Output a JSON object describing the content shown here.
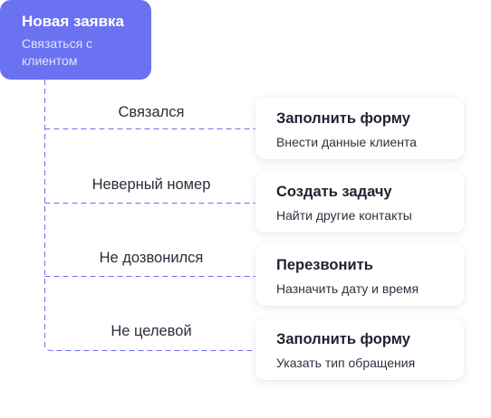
{
  "start_node": {
    "title": "Новая заявка",
    "subtitle": "Связаться с клиентом"
  },
  "branches": [
    {
      "condition": "Связался",
      "action_title": "Заполнить форму",
      "action_subtitle": "Внести данные клиента"
    },
    {
      "condition": "Неверный номер",
      "action_title": "Создать задачу",
      "action_subtitle": "Найти другие контакты"
    },
    {
      "condition": "Не дозвонился",
      "action_title": "Перезвонить",
      "action_subtitle": "Назначить дату и время"
    },
    {
      "condition": "Не целевой",
      "action_title": "Заполнить форму",
      "action_subtitle": "Указать тип обращения"
    }
  ],
  "colors": {
    "accent": "#6a72f2",
    "connector": "#6a72f2"
  }
}
